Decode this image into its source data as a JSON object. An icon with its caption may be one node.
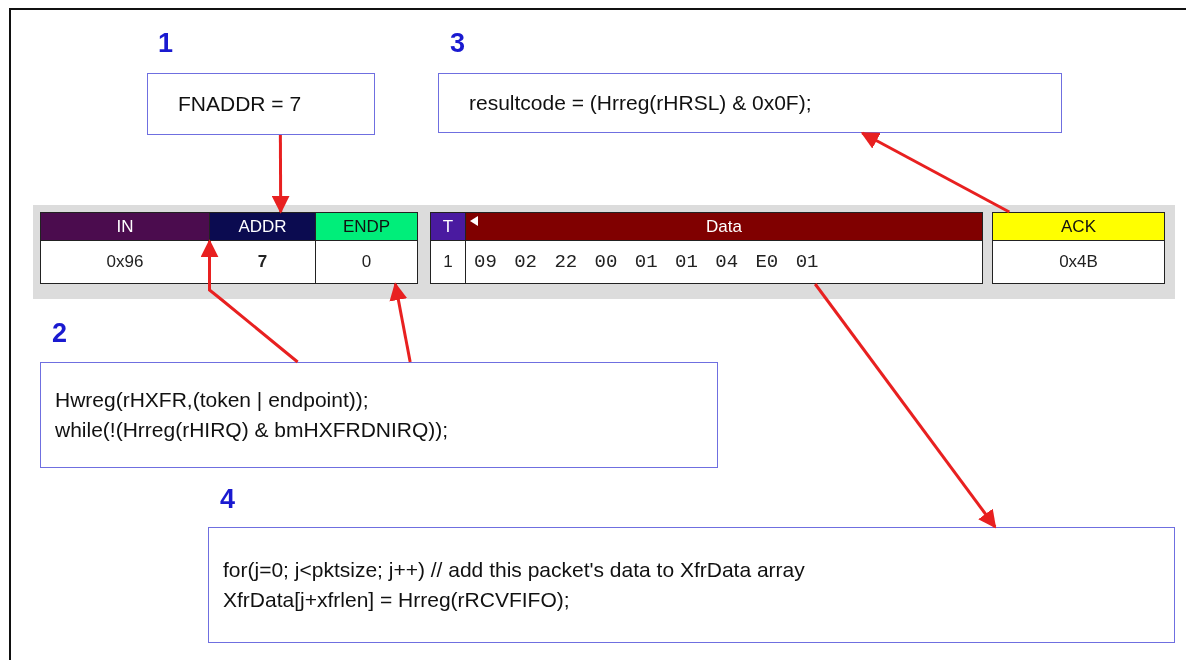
{
  "diagram": {
    "nodes": [
      {
        "text": [
          "FNADDR = 7"
        ],
        "beside": [
          "1"
        ]
      },
      {
        "text": [
          "resultcode = (Hrreg(rHRSL) & 0x0F);"
        ],
        "beside": [
          "3"
        ]
      },
      {
        "text": [
          "IN"
        ]
      },
      {
        "text": [
          "ADDR"
        ]
      },
      {
        "text": [
          "ENDP"
        ]
      },
      {
        "text": [
          "T"
        ]
      },
      {
        "text": [
          "Data"
        ]
      },
      {
        "text": [
          "ACK"
        ]
      },
      {
        "text": [
          "0x96"
        ]
      },
      {
        "text": [
          "7"
        ]
      },
      {
        "text": [
          "0"
        ]
      },
      {
        "text": [
          "1"
        ]
      },
      {
        "text": [
          "09 02 22 00 01 01 04 E0 01"
        ]
      },
      {
        "text": [
          "0x4B"
        ]
      },
      {
        "text": [
          "Hwreg(rHXFR,(token | endpoint));",
          "while(!(Hrreg(rHIRQ) & bmHXFRDNIRQ));"
        ],
        "beside": [
          "2"
        ]
      },
      {
        "text": [
          "for(j=0; j<pktsize; j++) // add this packet's data to XfrData array",
          "XfrData[j+xfrlen] = Hrreg(rRCVFIFO);"
        ],
        "beside": [
          "4"
        ]
      }
    ],
    "edges": [
      {
        "from": 0,
        "to": 3,
        "arrow": "to"
      },
      {
        "from": 7,
        "to": 1,
        "arrow": "to"
      },
      {
        "from": 14,
        "to": 2,
        "arrow": "to"
      },
      {
        "from": 14,
        "to": 10,
        "arrow": "to"
      },
      {
        "from": 12,
        "to": 15,
        "arrow": "to"
      }
    ]
  }
}
